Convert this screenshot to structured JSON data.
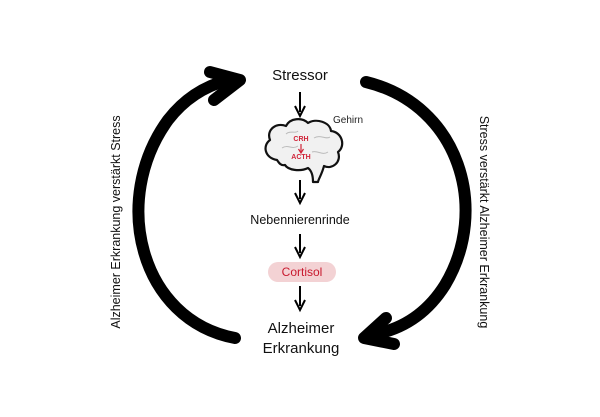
{
  "nodes": {
    "stressor": "Stressor",
    "brain_label": "Gehirn",
    "crh": "CRH",
    "acth": "ACTH",
    "adrenal": "Nebennierenrinde",
    "cortisol": "Cortisol",
    "outcome_line1": "Alzheimer",
    "outcome_line2": "Erkrankung"
  },
  "cycle_labels": {
    "left": "Alzheimer Erkrankung verstärkt Stress",
    "right": "Stress verstärkt Alzheimer Erkrankung"
  },
  "colors": {
    "arrows": "#000000",
    "hormone_red": "#d0253a",
    "cortisol_fill": "#f3d2d4",
    "brain_fill": "#f1f1f1"
  },
  "icons": {
    "brain": "brain-icon"
  }
}
